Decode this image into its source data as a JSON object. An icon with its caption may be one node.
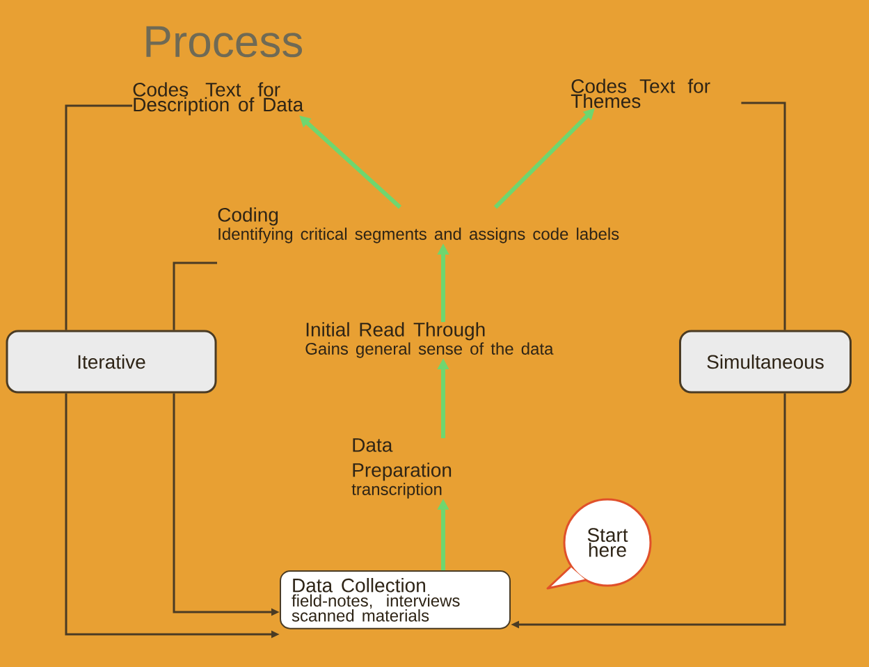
{
  "diagram": {
    "title": "Process",
    "nodes": [
      {
        "text": [
          "Codes Text for Description of Data"
        ]
      },
      {
        "text": [
          "Codes Text for Themes"
        ]
      },
      {
        "text": [
          "Coding",
          "Identifying critical segments and assigns code labels"
        ]
      },
      {
        "text": [
          "Iterative"
        ]
      },
      {
        "text": [
          "Simultaneous"
        ]
      },
      {
        "text": [
          "Initial Read Through",
          "Gains general sense of the data"
        ]
      },
      {
        "text": [
          "Data Preparation",
          "transcription"
        ]
      },
      {
        "text": [
          "Data Collection",
          "field-notes, interviews scanned materials"
        ]
      },
      {
        "text": [
          "Start here"
        ]
      }
    ],
    "edges": [
      {
        "from": 2,
        "to": 0,
        "arrow": "to",
        "style": "thick",
        "color": "#6fd66f"
      },
      {
        "from": 2,
        "to": 1,
        "arrow": "to",
        "style": "thick",
        "color": "#6fd66f"
      },
      {
        "from": 5,
        "to": 2,
        "arrow": "to",
        "style": "thick",
        "color": "#6fd66f"
      },
      {
        "from": 6,
        "to": 5,
        "arrow": "to",
        "style": "thick",
        "color": "#6fd66f"
      },
      {
        "from": 7,
        "to": 6,
        "arrow": "to",
        "style": "thick",
        "color": "#6fd66f"
      },
      {
        "from": 3,
        "to": 0,
        "arrow": "none"
      },
      {
        "from": 3,
        "to": 2,
        "arrow": "none"
      },
      {
        "from": 3,
        "to": 7,
        "arrow": "to"
      },
      {
        "from": 3,
        "to": 7,
        "arrow": "to"
      },
      {
        "from": 4,
        "to": 1,
        "arrow": "none"
      },
      {
        "from": 4,
        "to": 7,
        "arrow": "to"
      }
    ]
  }
}
